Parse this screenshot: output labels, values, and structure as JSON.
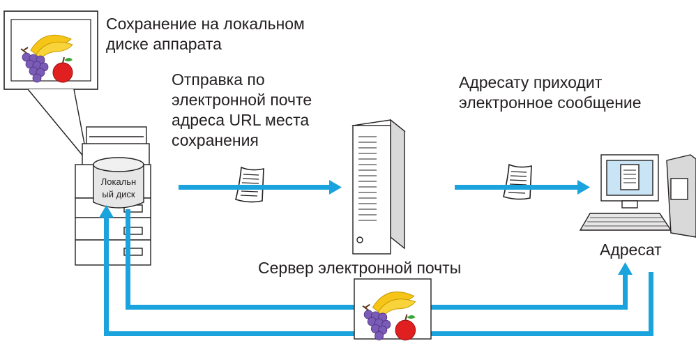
{
  "labels": {
    "local_save": [
      "Сохранение на локальном",
      "диске аппарата"
    ],
    "send_url": [
      "Отправка по",
      "электронной почте",
      "адреса URL места",
      "сохранения"
    ],
    "recipient_receives": [
      "Адресату приходит",
      "электронное сообщение"
    ],
    "mail_server": "Сервер электронной почты",
    "recipient": "Адресат",
    "local_disk": [
      "Локальн",
      "ый диск"
    ]
  },
  "colors": {
    "arrow": "#1aa3dd",
    "line": "#231f20",
    "device_fill": "#ffffff",
    "device_shade": "#e6e6e6"
  },
  "icons": {
    "document": "document-icon",
    "picture": "fruit-picture-icon",
    "mfp": "printer-icon",
    "server": "server-icon",
    "computer": "computer-icon",
    "disk": "disk-icon"
  }
}
